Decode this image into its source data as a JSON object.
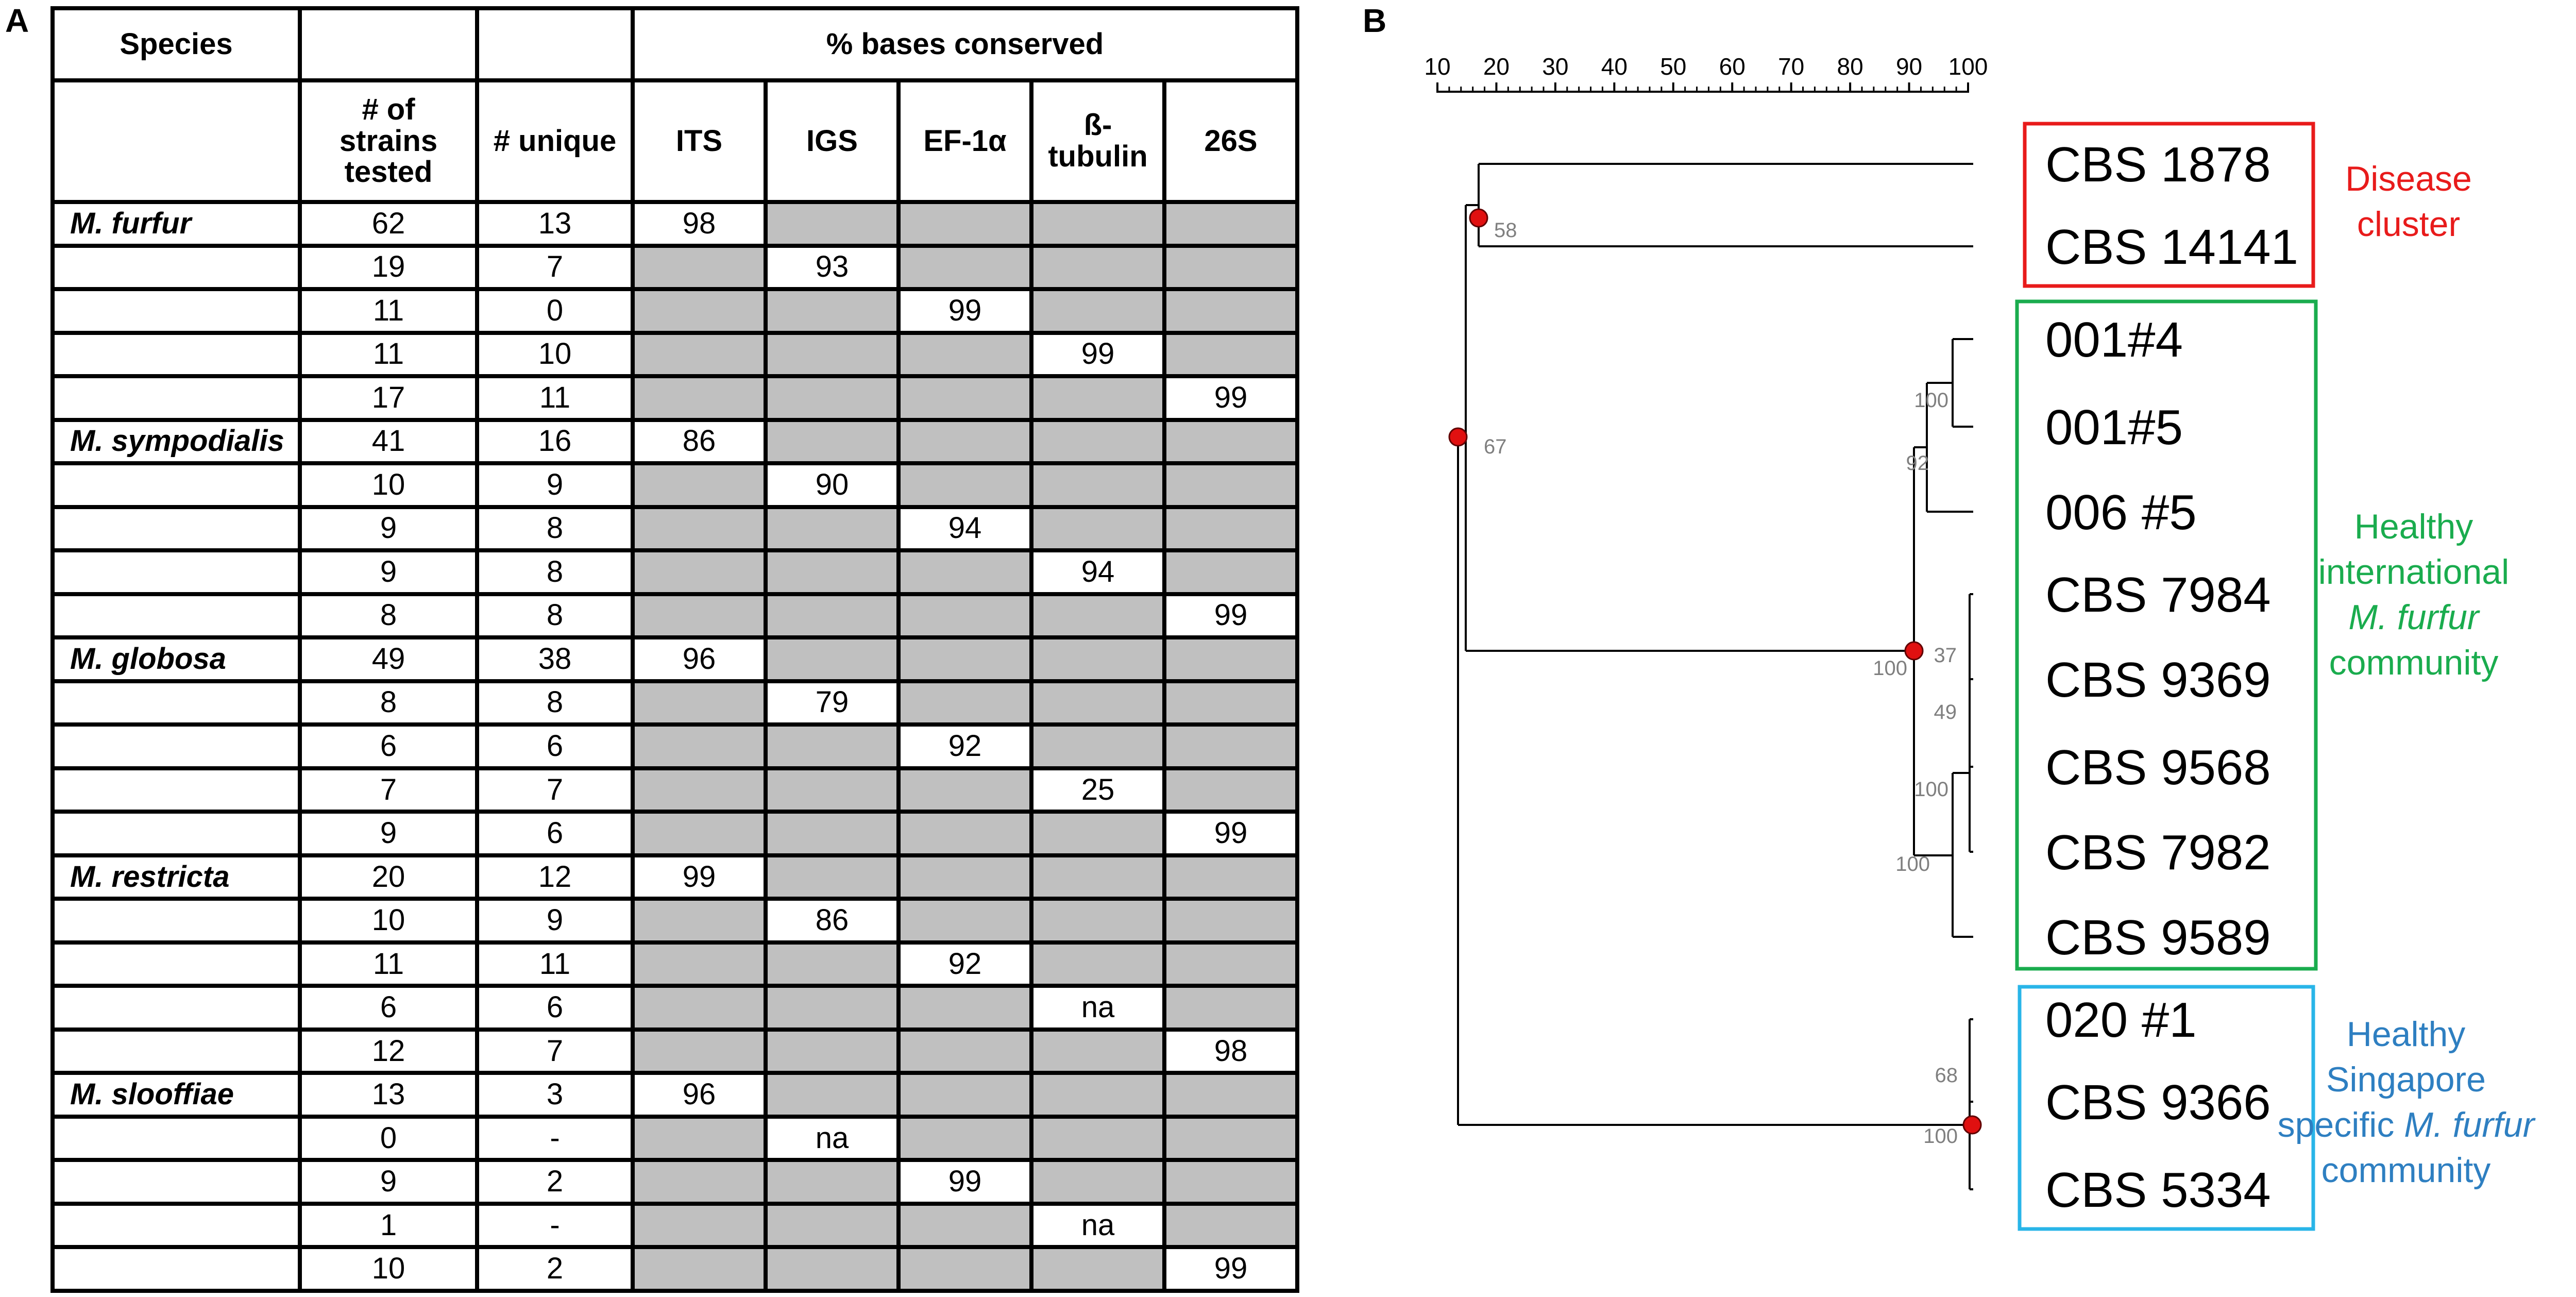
{
  "panels": {
    "a": "A",
    "b": "B"
  },
  "table": {
    "headers": {
      "species": "Species",
      "conserved": "% bases conserved",
      "strains": [
        "# of",
        "strains",
        "tested"
      ],
      "unique": "# unique",
      "regions": [
        [
          "ITS"
        ],
        [
          "IGS"
        ],
        [
          "EF-1α"
        ],
        [
          "ß-",
          "tubulin"
        ],
        [
          "26S"
        ]
      ]
    },
    "groups": [
      {
        "species": "M. furfur",
        "rows": [
          {
            "strains": "62",
            "unique": "13",
            "region": 0,
            "value": "98"
          },
          {
            "strains": "19",
            "unique": "7",
            "region": 1,
            "value": "93"
          },
          {
            "strains": "11",
            "unique": "0",
            "region": 2,
            "value": "99"
          },
          {
            "strains": "11",
            "unique": "10",
            "region": 3,
            "value": "99"
          },
          {
            "strains": "17",
            "unique": "11",
            "region": 4,
            "value": "99"
          }
        ]
      },
      {
        "species": "M. sympodialis",
        "rows": [
          {
            "strains": "41",
            "unique": "16",
            "region": 0,
            "value": "86"
          },
          {
            "strains": "10",
            "unique": "9",
            "region": 1,
            "value": "90"
          },
          {
            "strains": "9",
            "unique": "8",
            "region": 2,
            "value": "94"
          },
          {
            "strains": "9",
            "unique": "8",
            "region": 3,
            "value": "94"
          },
          {
            "strains": "8",
            "unique": "8",
            "region": 4,
            "value": "99"
          }
        ]
      },
      {
        "species": "M. globosa",
        "rows": [
          {
            "strains": "49",
            "unique": "38",
            "region": 0,
            "value": "96"
          },
          {
            "strains": "8",
            "unique": "8",
            "region": 1,
            "value": "79"
          },
          {
            "strains": "6",
            "unique": "6",
            "region": 2,
            "value": "92"
          },
          {
            "strains": "7",
            "unique": "7",
            "region": 3,
            "value": "25"
          },
          {
            "strains": "9",
            "unique": "6",
            "region": 4,
            "value": "99"
          }
        ]
      },
      {
        "species": "M. restricta",
        "rows": [
          {
            "strains": "20",
            "unique": "12",
            "region": 0,
            "value": "99"
          },
          {
            "strains": "10",
            "unique": "9",
            "region": 1,
            "value": "86"
          },
          {
            "strains": "11",
            "unique": "11",
            "region": 2,
            "value": "92"
          },
          {
            "strains": "6",
            "unique": "6",
            "region": 3,
            "value": "na"
          },
          {
            "strains": "12",
            "unique": "7",
            "region": 4,
            "value": "98"
          }
        ]
      },
      {
        "species": "M. slooffiae",
        "rows": [
          {
            "strains": "13",
            "unique": "3",
            "region": 0,
            "value": "96"
          },
          {
            "strains": "0",
            "unique": "-",
            "region": 1,
            "value": "na"
          },
          {
            "strains": "9",
            "unique": "2",
            "region": 2,
            "value": "99"
          },
          {
            "strains": "1",
            "unique": "-",
            "region": 3,
            "value": "na"
          },
          {
            "strains": "10",
            "unique": "2",
            "region": 4,
            "value": "99"
          }
        ]
      }
    ]
  },
  "tree": {
    "scale_ticks": [
      "10",
      "20",
      "30",
      "40",
      "50",
      "60",
      "70",
      "80",
      "90",
      "100"
    ],
    "leaves": [
      "CBS 1878",
      "CBS 14141",
      "001#4",
      "001#5",
      "006 #5",
      "CBS 7984",
      "CBS 9369",
      "CBS 9568",
      "CBS 7982",
      "CBS 9589",
      "020 #1",
      "CBS 9366",
      "CBS 5334"
    ],
    "support_labels": [
      "58",
      "67",
      "100",
      "92",
      "100",
      "37",
      "49",
      "100",
      "100",
      "68",
      "100"
    ],
    "clusters": [
      {
        "lines": [
          "Disease",
          "cluster"
        ],
        "color": "#e81b1b"
      },
      {
        "lines": [
          "Healthy",
          "international",
          "M. furfur",
          "community"
        ],
        "color": "#1aac4e"
      },
      {
        "lines": [
          "Healthy",
          "Singapore",
          "specific M. furfur",
          "community"
        ],
        "color": "#2e7fc1"
      }
    ],
    "box_colors": {
      "disease": "#e81b1b",
      "healthy_international": "#1aac4e",
      "healthy_singapore": "#29b5e8"
    },
    "node_color": "#e01010"
  }
}
